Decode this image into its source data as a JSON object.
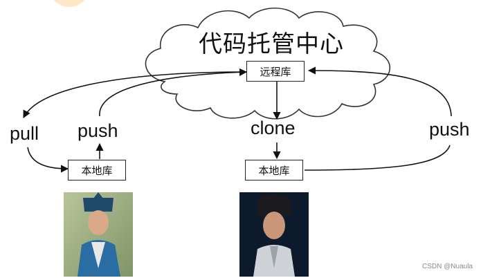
{
  "cloud": {
    "title": "代码托管中心"
  },
  "boxes": {
    "remote": "远程库",
    "local_left": "本地库",
    "local_right": "本地库"
  },
  "labels": {
    "pull": "pull",
    "push_left": "push",
    "clone": "clone",
    "push_right": "push"
  },
  "watermark": "CSDN @Nuaula",
  "colors": {
    "line": "#111111",
    "cloud_fill": "#ffffff",
    "cloud_stroke": "#333333",
    "corner_circle": "#fde7c7"
  }
}
